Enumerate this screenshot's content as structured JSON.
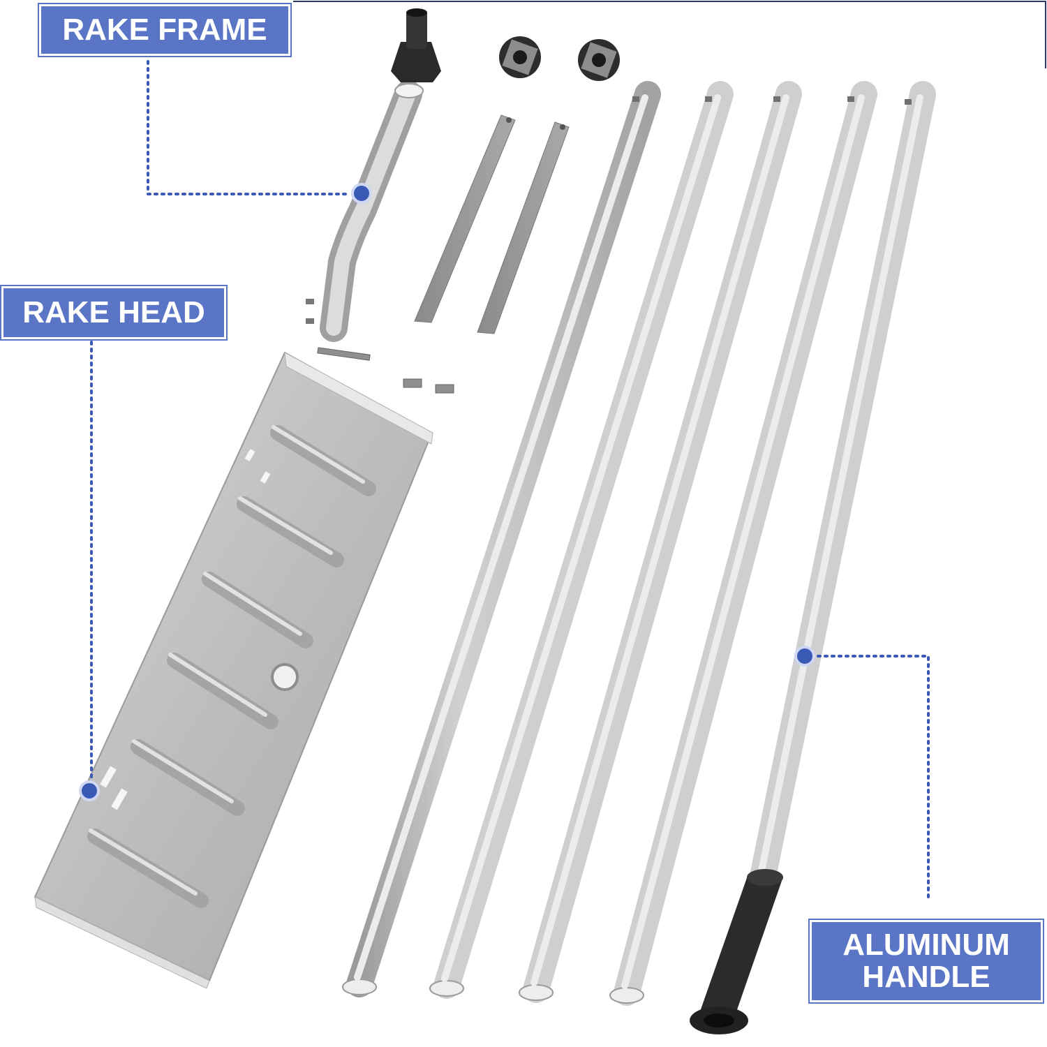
{
  "labels": {
    "rake_frame": "RAKE FRAME",
    "rake_head": "RAKE HEAD",
    "aluminum_handle_line1": "ALUMINUM",
    "aluminum_handle_line2": "HANDLE"
  },
  "colors": {
    "label_bg": "#5b75c6",
    "callout_line": "#3a59b5",
    "metal": "#c9c9c9",
    "grip": "#2b2b2b"
  },
  "parts": {
    "poles": 5,
    "straps": 2,
    "clamps": 2
  }
}
